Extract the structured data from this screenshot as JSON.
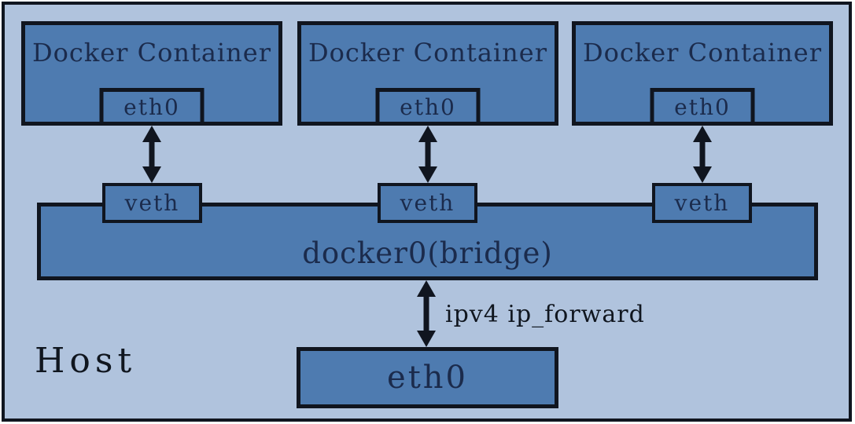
{
  "colors": {
    "background": "#ffffff",
    "host_fill": "#b0c3dd",
    "box_fill": "#4e7bb0",
    "border": "#10151f",
    "label_on_dark": "#1b2b4c",
    "label_on_light": "#10161f"
  },
  "diagram": {
    "host_label": "Host",
    "bridge_label": "docker0(bridge)",
    "forward_label": "ipv4 ip_forward",
    "host_eth_label": "eth0",
    "containers": [
      {
        "label": "Docker Container",
        "eth_label": "eth0",
        "veth_label": "veth"
      },
      {
        "label": "Docker Container",
        "eth_label": "eth0",
        "veth_label": "veth"
      },
      {
        "label": "Docker Container",
        "eth_label": "eth0",
        "veth_label": "veth"
      }
    ]
  }
}
